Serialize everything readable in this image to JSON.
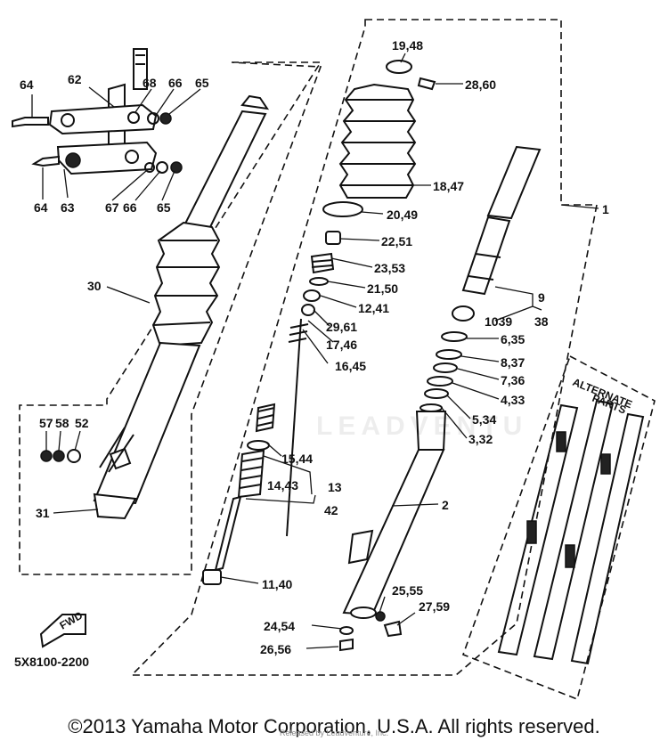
{
  "diagram": {
    "part_code": "5X8100-2200",
    "arrow_marker": "FWD",
    "alternate_panel": {
      "line1": "ALTERNATE",
      "line2": "PARTS"
    },
    "callouts": {
      "c64a": "64",
      "c62a": "62",
      "c68": "68",
      "c66a": "66",
      "c65a": "65",
      "c64b": "64",
      "c63": "63",
      "c67": "67",
      "c66b": "66",
      "c65b": "65",
      "c30": "30",
      "c57": "57",
      "c58": "58",
      "c52": "52",
      "c31": "31",
      "c19_48": "19,48",
      "c28_60": "28,60",
      "c18_47": "18,47",
      "c20_49": "20,49",
      "c22_51": "22,51",
      "c23_53": "23,53",
      "c21_50": "21,50",
      "c12_41": "12,41",
      "c29_61": "29,61",
      "c17_46": "17,46",
      "c16_45": "16,45",
      "c15_44": "15,44",
      "c14_43": "14,43",
      "c13": "13",
      "c42": "42",
      "c11_40": "11,40",
      "c24_54": "24,54",
      "c26_56": "26,56",
      "c25_55": "25,55",
      "c27_59": "27,59",
      "c2": "2",
      "c1": "1",
      "c9": "9",
      "c38": "38",
      "c10_39": "1039",
      "c6_35": "6,35",
      "c8_37": "8,37",
      "c7_36": "7,36",
      "c4_33": "4,33",
      "c5_34": "5,34",
      "c3_32": "3,32"
    }
  },
  "footer": {
    "copyright": "©2013 Yamaha Motor Corporation, U.S.A. All rights reserved.",
    "watermark": "Released by Leadventure, Inc.",
    "watermark_brand": "LEADVENTU"
  }
}
